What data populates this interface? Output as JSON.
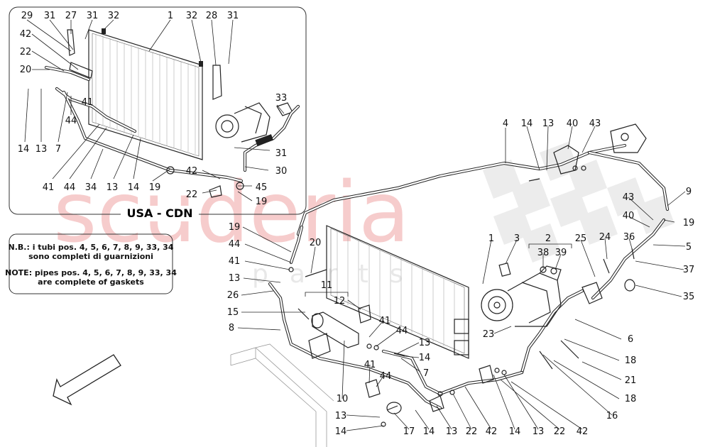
{
  "watermark": {
    "main": "scuderia",
    "sub": "parts"
  },
  "inset": {
    "title": "USA - CDN"
  },
  "note": {
    "lines": [
      "N.B.: i tubi pos. 4, 5, 6, 7, 8, 9, 33, 34",
      "sono completi di guarnizioni",
      "NOTE: pipes pos. 4, 5, 6, 7, 8, 9, 33, 34",
      "are complete of gaskets"
    ]
  },
  "callouts_inset": [
    "29",
    "31",
    "27",
    "31",
    "32",
    "1",
    "32",
    "28",
    "31",
    "42",
    "22",
    "20",
    "41",
    "44",
    "7",
    "14",
    "13",
    "33",
    "31",
    "30",
    "42",
    "22",
    "45",
    "19",
    "41",
    "44",
    "34",
    "13",
    "14",
    "19"
  ],
  "callouts_main": [
    "4",
    "14",
    "13",
    "40",
    "43",
    "9",
    "19",
    "43",
    "40",
    "5",
    "37",
    "35",
    "36",
    "24",
    "25",
    "1",
    "3",
    "2",
    "38",
    "39",
    "20",
    "19",
    "44",
    "41",
    "13",
    "26",
    "15",
    "11",
    "12",
    "8",
    "41",
    "44",
    "13",
    "14",
    "7",
    "41",
    "44",
    "10",
    "23",
    "6",
    "18",
    "21",
    "18",
    "16",
    "13",
    "14",
    "17",
    "14",
    "13",
    "22",
    "42",
    "14",
    "13",
    "22",
    "42"
  ],
  "colors": {
    "watermark": "#f6cccc",
    "line": "#222222"
  }
}
